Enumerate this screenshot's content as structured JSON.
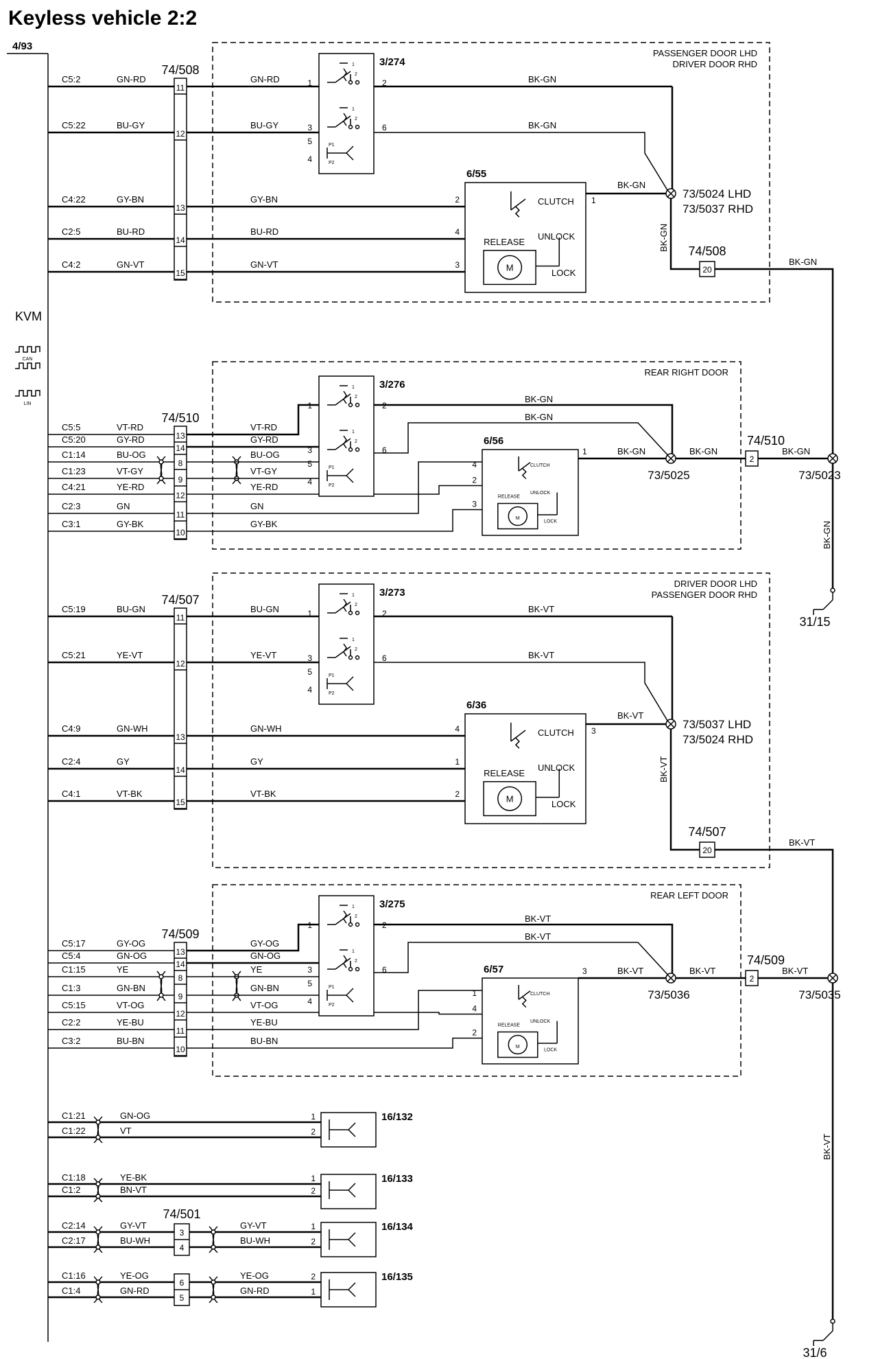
{
  "title": "Keyless vehicle 2:2",
  "module": {
    "ref": "4/93",
    "name": "KVM",
    "bus": [
      "CAN",
      "LIN"
    ]
  },
  "doors": [
    {
      "zone": [
        "PASSENGER DOOR LHD",
        "DRIVER DOOR RHD"
      ],
      "connector": "74/508",
      "switch": "3/274",
      "lock": "6/55",
      "splice": [
        "73/5024 LHD",
        "73/5037 RHD"
      ],
      "out_conn": "74/508",
      "out_pin": "20",
      "out_wire": "BK-GN",
      "wires": [
        {
          "pin": "C5:2",
          "color": "GN-RD",
          "conn_pin": "11"
        },
        {
          "pin": "C5:22",
          "color": "BU-GY",
          "conn_pin": "12"
        },
        {
          "pin": "C4:22",
          "color": "GY-BN",
          "conn_pin": "13"
        },
        {
          "pin": "C2:5",
          "color": "BU-RD",
          "conn_pin": "14"
        },
        {
          "pin": "C4:2",
          "color": "GN-VT",
          "conn_pin": "15"
        }
      ]
    },
    {
      "zone": [
        "REAR RIGHT DOOR"
      ],
      "connector": "74/510",
      "switch": "3/276",
      "lock": "6/56",
      "splice": [
        "73/5025"
      ],
      "out_conn": "74/510",
      "out_pin": "2",
      "out_wire": "BK-GN",
      "out_splice": "73/5023",
      "wires": [
        {
          "pin": "C5:5",
          "color": "VT-RD",
          "conn_pin": "13"
        },
        {
          "pin": "C5:20",
          "color": "GY-RD",
          "conn_pin": "14"
        },
        {
          "pin": "C1:14",
          "color": "BU-OG",
          "conn_pin": "8"
        },
        {
          "pin": "C1:23",
          "color": "VT-GY",
          "conn_pin": "9"
        },
        {
          "pin": "C4:21",
          "color": "YE-RD",
          "conn_pin": "12"
        },
        {
          "pin": "C2:3",
          "color": "GN",
          "conn_pin": "11"
        },
        {
          "pin": "C3:1",
          "color": "GY-BK",
          "conn_pin": "10"
        }
      ]
    },
    {
      "zone": [
        "DRIVER DOOR LHD",
        "PASSENGER DOOR RHD"
      ],
      "connector": "74/507",
      "switch": "3/273",
      "lock": "6/36",
      "splice": [
        "73/5037 LHD",
        "73/5024 RHD"
      ],
      "out_conn": "74/507",
      "out_pin": "20",
      "out_wire": "BK-VT",
      "wires": [
        {
          "pin": "C5:19",
          "color": "BU-GN",
          "conn_pin": "11"
        },
        {
          "pin": "C5:21",
          "color": "YE-VT",
          "conn_pin": "12"
        },
        {
          "pin": "C4:9",
          "color": "GN-WH",
          "conn_pin": "13"
        },
        {
          "pin": "C2:4",
          "color": "GY",
          "conn_pin": "14"
        },
        {
          "pin": "C4:1",
          "color": "VT-BK",
          "conn_pin": "15"
        }
      ]
    },
    {
      "zone": [
        "REAR LEFT DOOR"
      ],
      "connector": "74/509",
      "switch": "3/275",
      "lock": "6/57",
      "splice": [
        "73/5036"
      ],
      "out_conn": "74/509",
      "out_pin": "2",
      "out_wire": "BK-VT",
      "out_splice": "73/5035",
      "wires": [
        {
          "pin": "C5:17",
          "color": "GY-OG",
          "conn_pin": "13"
        },
        {
          "pin": "C5:4",
          "color": "GN-OG",
          "conn_pin": "14"
        },
        {
          "pin": "C1:15",
          "color": "YE",
          "conn_pin": "8"
        },
        {
          "pin": "C1:3",
          "color": "GN-BN",
          "conn_pin": "9"
        },
        {
          "pin": "C5:15",
          "color": "VT-OG",
          "conn_pin": "12"
        },
        {
          "pin": "C2:2",
          "color": "YE-BU",
          "conn_pin": "11"
        },
        {
          "pin": "C3:2",
          "color": "BU-BN",
          "conn_pin": "10"
        }
      ]
    }
  ],
  "lock_labels": {
    "clutch": "CLUTCH",
    "unlock": "UNLOCK",
    "lock": "LOCK",
    "release": "RELEASE",
    "motor": "M"
  },
  "switch_pins": {
    "a": "1",
    "b": "2",
    "p1": "P1",
    "p2": "P2"
  },
  "grounds": [
    {
      "ref": "31/15",
      "wire": "BK-GN"
    },
    {
      "ref": "31/6",
      "wire": "BK-VT"
    }
  ],
  "antennas": [
    {
      "ref": "16/132",
      "wires": [
        {
          "pin": "C1:21",
          "color": "GN-OG",
          "ant_pin": "1"
        },
        {
          "pin": "C1:22",
          "color": "VT",
          "ant_pin": "2"
        }
      ]
    },
    {
      "ref": "16/133",
      "wires": [
        {
          "pin": "C1:18",
          "color": "YE-BK",
          "ant_pin": "1"
        },
        {
          "pin": "C1:2",
          "color": "BN-VT",
          "ant_pin": "2"
        }
      ]
    },
    {
      "ref": "16/134",
      "connector": "74/501",
      "wires": [
        {
          "pin": "C2:14",
          "color": "GY-VT",
          "conn_pin": "3",
          "ant_pin": "1"
        },
        {
          "pin": "C2:17",
          "color": "BU-WH",
          "conn_pin": "4",
          "ant_pin": "2"
        }
      ]
    },
    {
      "ref": "16/135",
      "wires": [
        {
          "pin": "C1:16",
          "color": "YE-OG",
          "conn_pin": "6",
          "ant_pin": "2"
        },
        {
          "pin": "C1:4",
          "color": "GN-RD",
          "conn_pin": "5",
          "ant_pin": "1"
        }
      ]
    }
  ],
  "lock_pins": {
    "d0": [
      "2",
      "4",
      "3",
      "1"
    ],
    "d1": [
      "2",
      "4",
      "3",
      "1"
    ],
    "d2": [
      "4",
      "1",
      "2",
      "3"
    ],
    "d3": [
      "4",
      "1",
      "2",
      "3"
    ]
  },
  "switch_pin_nums": {
    "upper_left": "1",
    "upper_right": "2",
    "lower_left": "3",
    "lower_right": "6",
    "p1": "5",
    "p2": "4"
  }
}
